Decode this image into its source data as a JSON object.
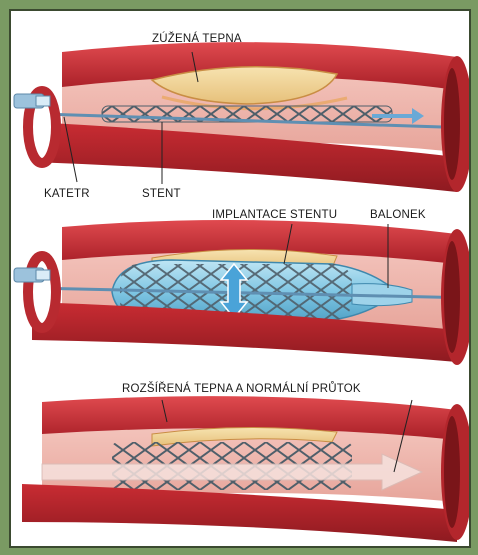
{
  "labels": {
    "narrowed_artery": "ZÚŽENÁ TEPNA",
    "catheter": "KATETR",
    "stent": "STENT",
    "stent_implantation": "IMPLANTACE STENTU",
    "balloon": "BALONEK",
    "widened_artery": "ROZŠÍŘENÁ TEPNA A NORMÁLNÍ PRŮTOK"
  },
  "colors": {
    "artery_outer": "#c0262e",
    "artery_dark": "#8e1a20",
    "artery_light": "#e0444a",
    "plaque": "#f2d89a",
    "plaque_edge": "#d9a55a",
    "stent_mesh": "#5b6d78",
    "balloon": "#7fc6e3",
    "catheter": "#7aa9c9",
    "frame": "#7a9a63"
  },
  "icons": [
    "flow-arrow-icon",
    "expansion-arrow-icon",
    "catheter-tip-icon"
  ]
}
